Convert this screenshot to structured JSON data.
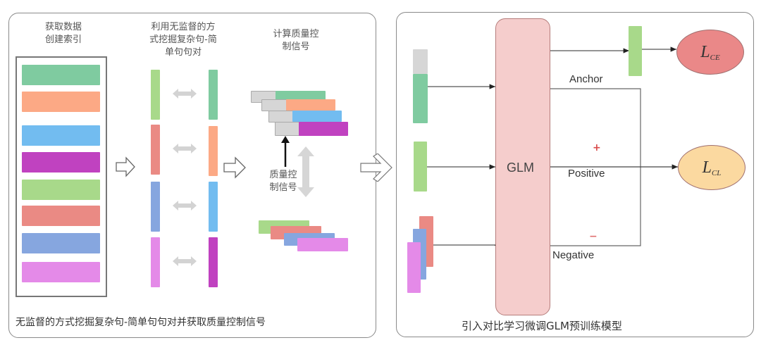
{
  "left_panel": {
    "step1_title": "获取数据\n创建索引",
    "step2_title": "利用无监督的方\n式挖掘复杂句-简\n单句句对",
    "step3_title": "计算质量控\n制信号",
    "signal_label": "质量控\n制信号",
    "caption": "无监督的方式挖掘复杂句-简单句句对并获取质量控制信号"
  },
  "right_panel": {
    "model_label": "GLM",
    "anchor_label": "Anchor",
    "positive_label": "Positive",
    "negative_label": "Negative",
    "plus_sign": "+",
    "minus_sign": "−",
    "loss_ce": {
      "main": "L",
      "sub": "CE"
    },
    "loss_cl": {
      "main": "L",
      "sub": "CL"
    },
    "caption": "引入对比学习微调GLM预训练模型"
  },
  "colors": {
    "green": "#7fcba0",
    "orange": "#fca985",
    "blue": "#72bcf0",
    "purple": "#c042c0",
    "light_green": "#a8d98a",
    "red": "#ea8a84",
    "steel_blue": "#86a6df",
    "pink": "#e48ae8",
    "gray": "#d6d6d6",
    "glm_fill": "#f5cdcc",
    "loss_ce_fill": "#ea8888",
    "loss_cl_fill": "#fbd9a0",
    "sign_red": "#d94a4a"
  }
}
